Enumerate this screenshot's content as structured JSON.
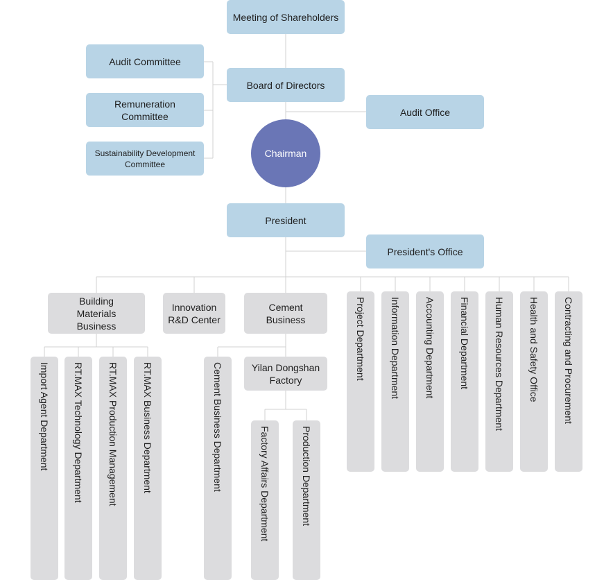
{
  "colors": {
    "top_box": "#b8d4e6",
    "chairman_circle": "#6a76b6",
    "dept_box": "#dcdcde",
    "connector": "#d0d0d0"
  },
  "top": {
    "shareholders": "Meeting of Shareholders",
    "board": "Board of Directors",
    "audit_committee": "Audit Committee",
    "remuneration_committee": "Remuneration Committee",
    "sustainability_committee": "Sustainability Development Committee",
    "audit_office": "Audit Office",
    "chairman": "Chairman",
    "president": "President",
    "presidents_office": "President's Office"
  },
  "divisions": {
    "building_materials": "Building Materials Business",
    "innovation": "Innovation R&D Center",
    "cement": "Cement Business",
    "yilan_factory": "Yilan Dongshan Factory"
  },
  "building_materials_departments": [
    "Import Agent Department",
    "RT.MAX Technology Department",
    "RT.MAX Production Management",
    "RT.MAX Business Department"
  ],
  "cement_departments": [
    "Cement Business Department"
  ],
  "factory_departments": [
    "Factory Affairs Department",
    "Production Department"
  ],
  "corporate_departments": [
    "Project Department",
    "Information Department",
    "Accounting Department",
    "Financial Department",
    "Human Resources Department",
    "Health and Safety Office",
    "Contracting and Procurement"
  ]
}
